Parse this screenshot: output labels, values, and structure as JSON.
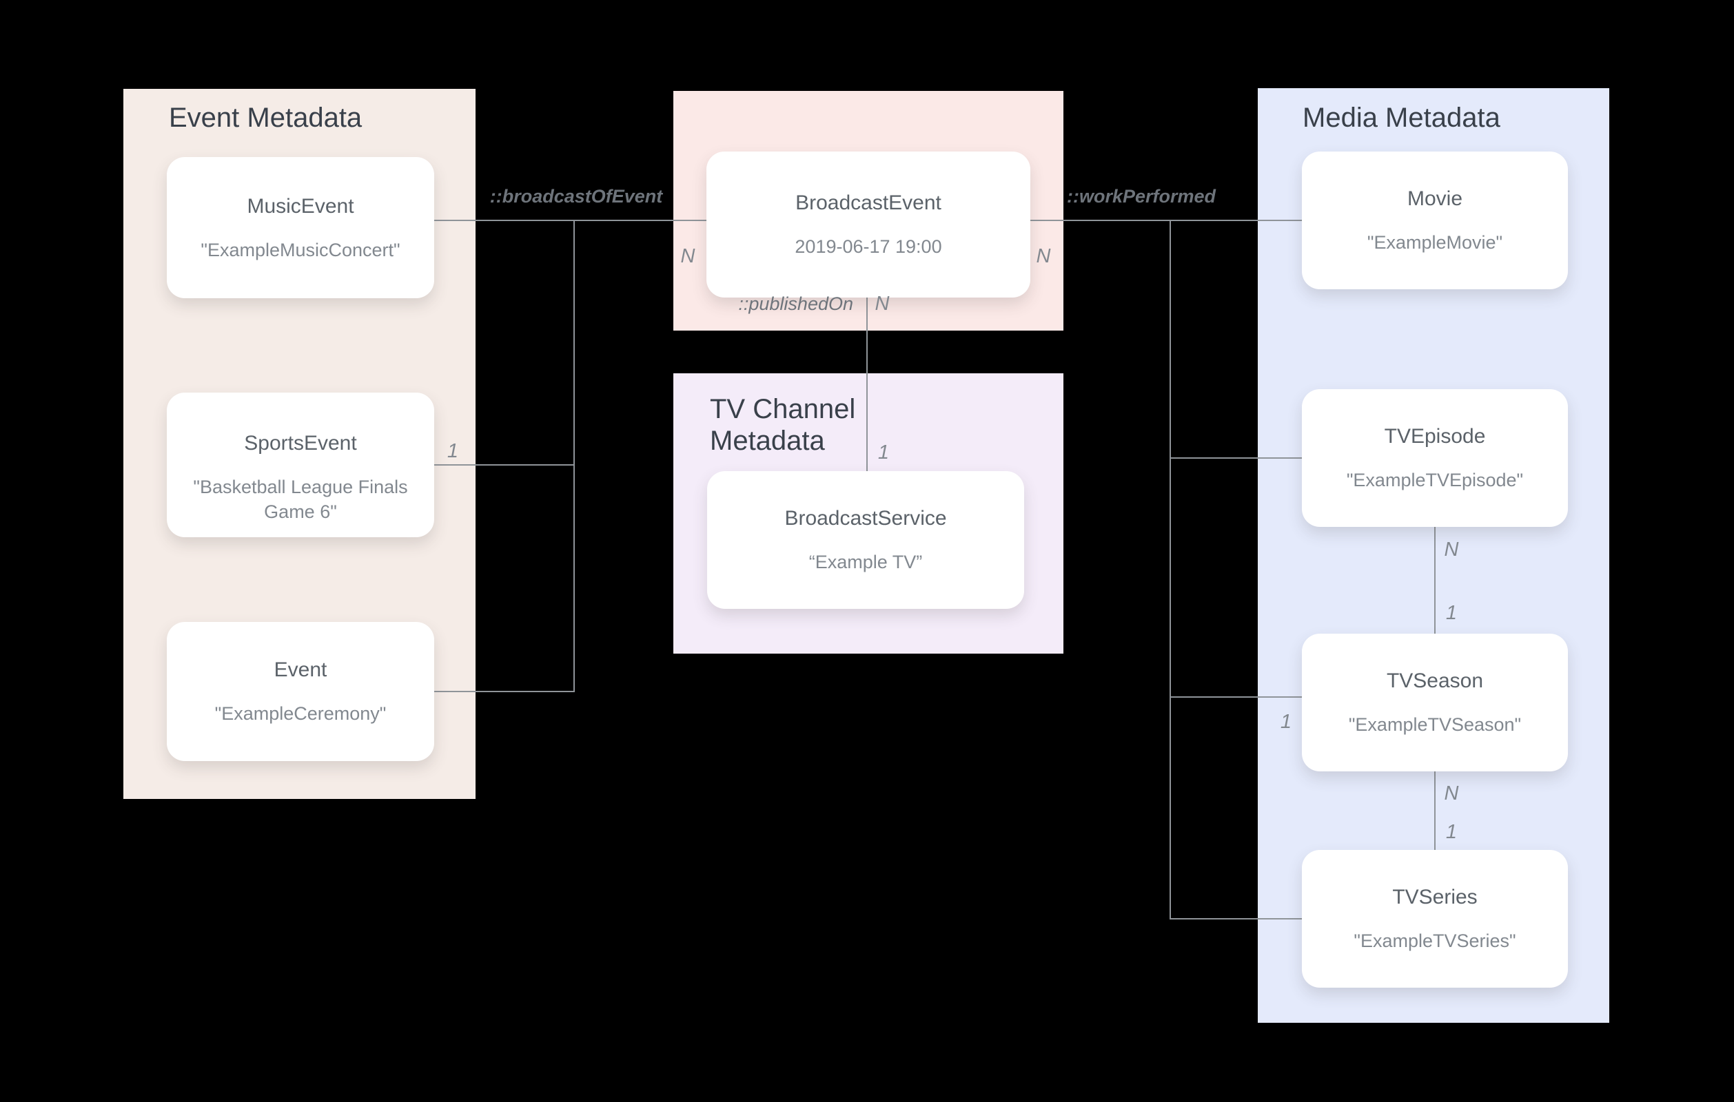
{
  "diagram": {
    "panels": {
      "event": {
        "title": "Event Metadata"
      },
      "tv_channel": {
        "title": "TV Channel Metadata"
      },
      "media": {
        "title": "Media Metadata"
      }
    },
    "cards": {
      "music_event": {
        "title": "MusicEvent",
        "value": "\"ExampleMusicConcert\""
      },
      "sports_event": {
        "title": "SportsEvent",
        "value": "\"Basketball League Finals Game 6\""
      },
      "event": {
        "title": "Event",
        "value": "\"ExampleCeremony\""
      },
      "broadcast_event": {
        "title": "BroadcastEvent",
        "value": "2019-06-17 19:00"
      },
      "broadcast_service": {
        "title": "BroadcastService",
        "value": "“Example TV”"
      },
      "movie": {
        "title": "Movie",
        "value": "\"ExampleMovie\""
      },
      "tv_episode": {
        "title": "TVEpisode",
        "value": "\"ExampleTVEpisode\""
      },
      "tv_season": {
        "title": "TVSeason",
        "value": "\"ExampleTVSeason\""
      },
      "tv_series": {
        "title": "TVSeries",
        "value": "\"ExampleTVSeries\""
      }
    },
    "edge_labels": {
      "broadcast_of_event": "::broadcastOfEvent",
      "work_performed": "::workPerformed",
      "published_on": "::publishedOn"
    },
    "cardinalities": {
      "broadcast_left_n": "N",
      "broadcast_right_n": "N",
      "sports_event_1": "1",
      "published_on_n": "N",
      "published_on_1": "1",
      "tv_season_1": "1",
      "episode_season_n": "N",
      "episode_season_1": "1",
      "season_series_n": "N",
      "season_series_1": "1"
    }
  },
  "colors": {
    "background": "#000000",
    "panel_event_bg": "#f5ece7",
    "panel_broadcast_bg": "#fbe9e7",
    "panel_tv_channel_bg": "#f4ecf9",
    "panel_media_bg": "#e4eafb",
    "card_bg": "#ffffff",
    "panel_title": "#39404a",
    "card_title": "#5b6269",
    "card_value": "#82888f",
    "connector": "#8f9499",
    "edge_label": "#6e747b",
    "cardinality": "#82888f"
  }
}
